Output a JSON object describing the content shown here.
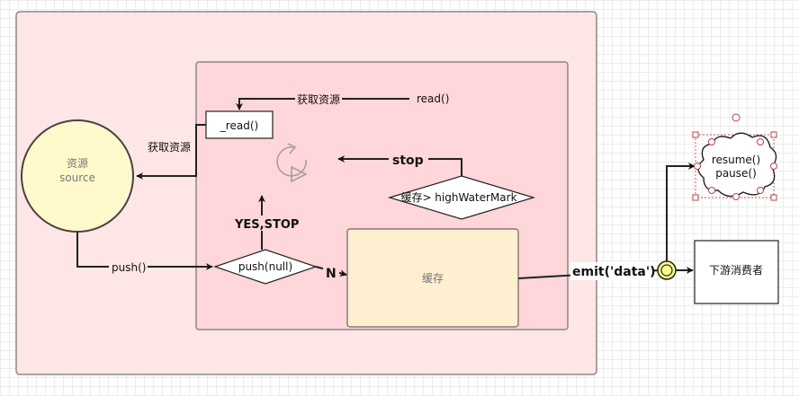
{
  "diagram": {
    "source": {
      "line1": "资源",
      "line2": "source"
    },
    "read_internal": "_read()",
    "read_call": "read()",
    "fetch_label_top": "获取资源",
    "fetch_label_side": "获取资源",
    "push_call": "push()",
    "push_null": "push(null)",
    "yes_stop": "YES,STOP",
    "no_label": "N",
    "buffer": "缓存",
    "stop": "stop",
    "high_water_mark": "缓存> highWaterMark",
    "emit_data": "emit('data')",
    "resume": "resume()",
    "pause": "pause()",
    "consumer": "下游消费者"
  },
  "colors": {
    "outer_fill": "#ffe6e6",
    "inner_fill": "#ffd6d9",
    "source_fill": "#fff9cc",
    "buffer_fill": "#ffefd1",
    "box_fill": "#ffffff",
    "stroke": "#333333",
    "container_stroke": "#888888",
    "endpoint_fill": "#ffff88"
  }
}
